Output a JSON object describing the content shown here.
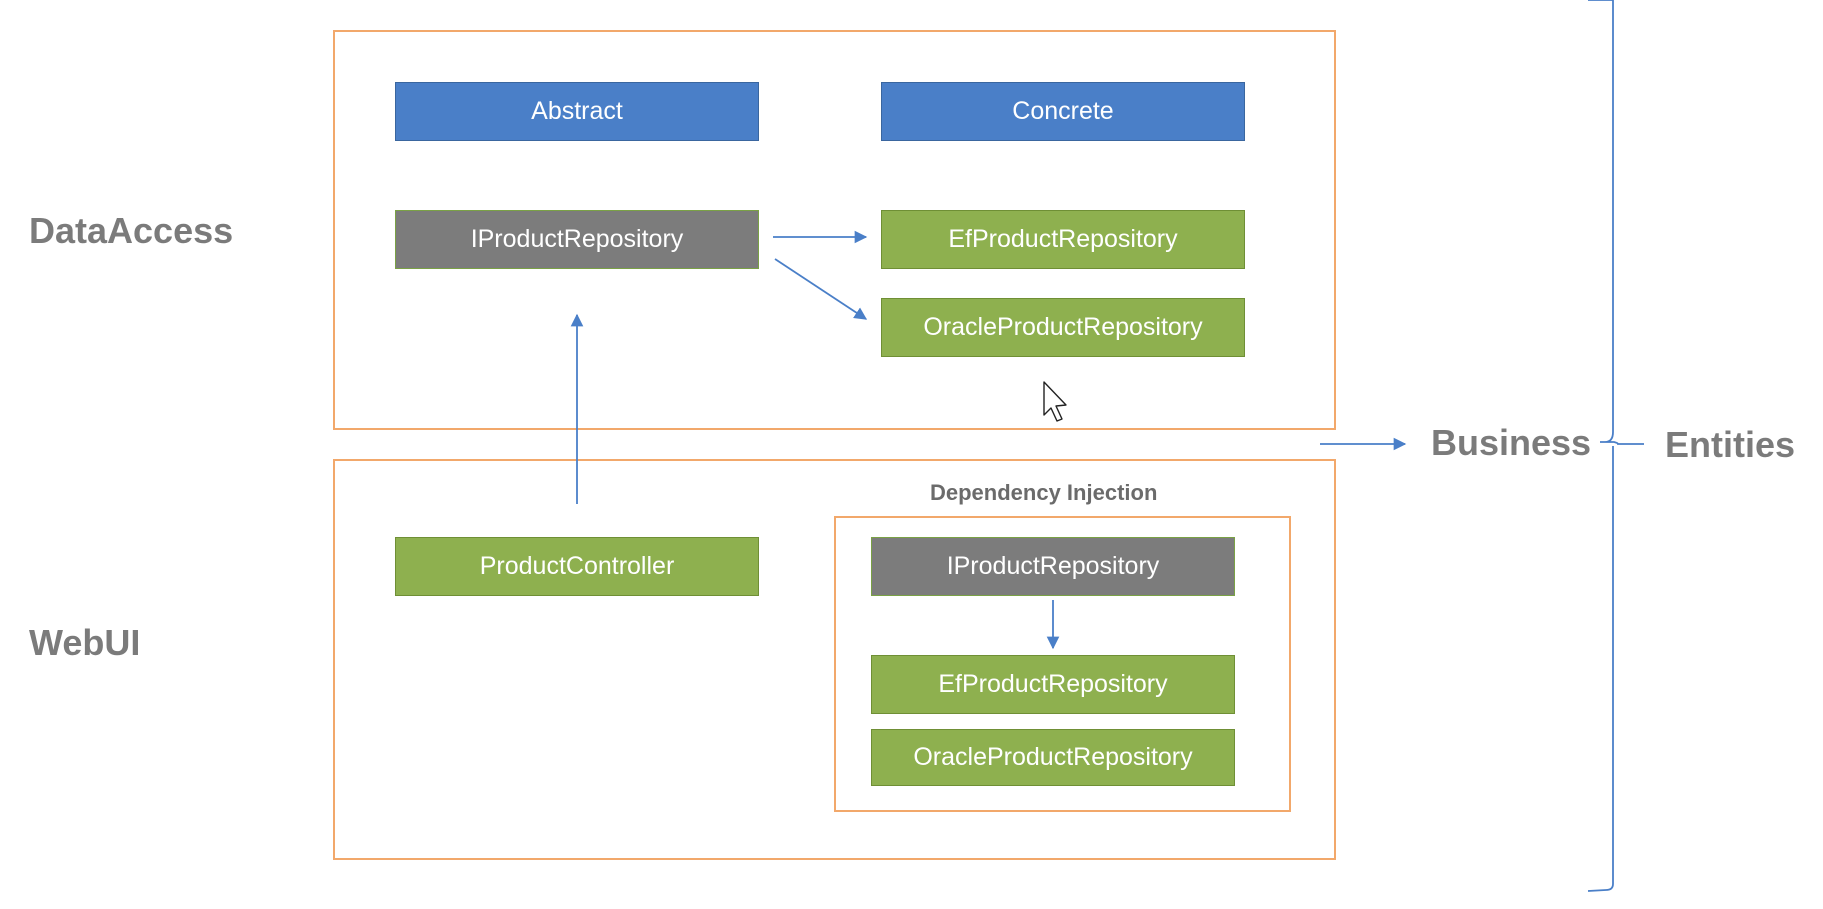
{
  "layers": {
    "data_access": "DataAccess",
    "web_ui": "WebUI",
    "business": "Business",
    "entities": "Entities"
  },
  "data_access": {
    "abstract_header": "Abstract",
    "concrete_header": "Concrete",
    "interface": "IProductRepository",
    "ef_impl": "EfProductRepository",
    "oracle_impl": "OracleProductRepository"
  },
  "web_ui": {
    "controller": "ProductController",
    "di_title": "Dependency Injection",
    "di_interface": "IProductRepository",
    "di_ef_impl": "EfProductRepository",
    "di_oracle_impl": "OracleProductRepository"
  },
  "colors": {
    "frame": "#f2a86b",
    "blue": "#4a7fc8",
    "grey": "#7c7c7c",
    "green": "#8eb04f",
    "arrow": "#4a7fc8",
    "label": "#7b7b7b"
  },
  "icons": [
    "arrow-icon",
    "mouse-cursor-icon",
    "curly-brace-icon"
  ]
}
